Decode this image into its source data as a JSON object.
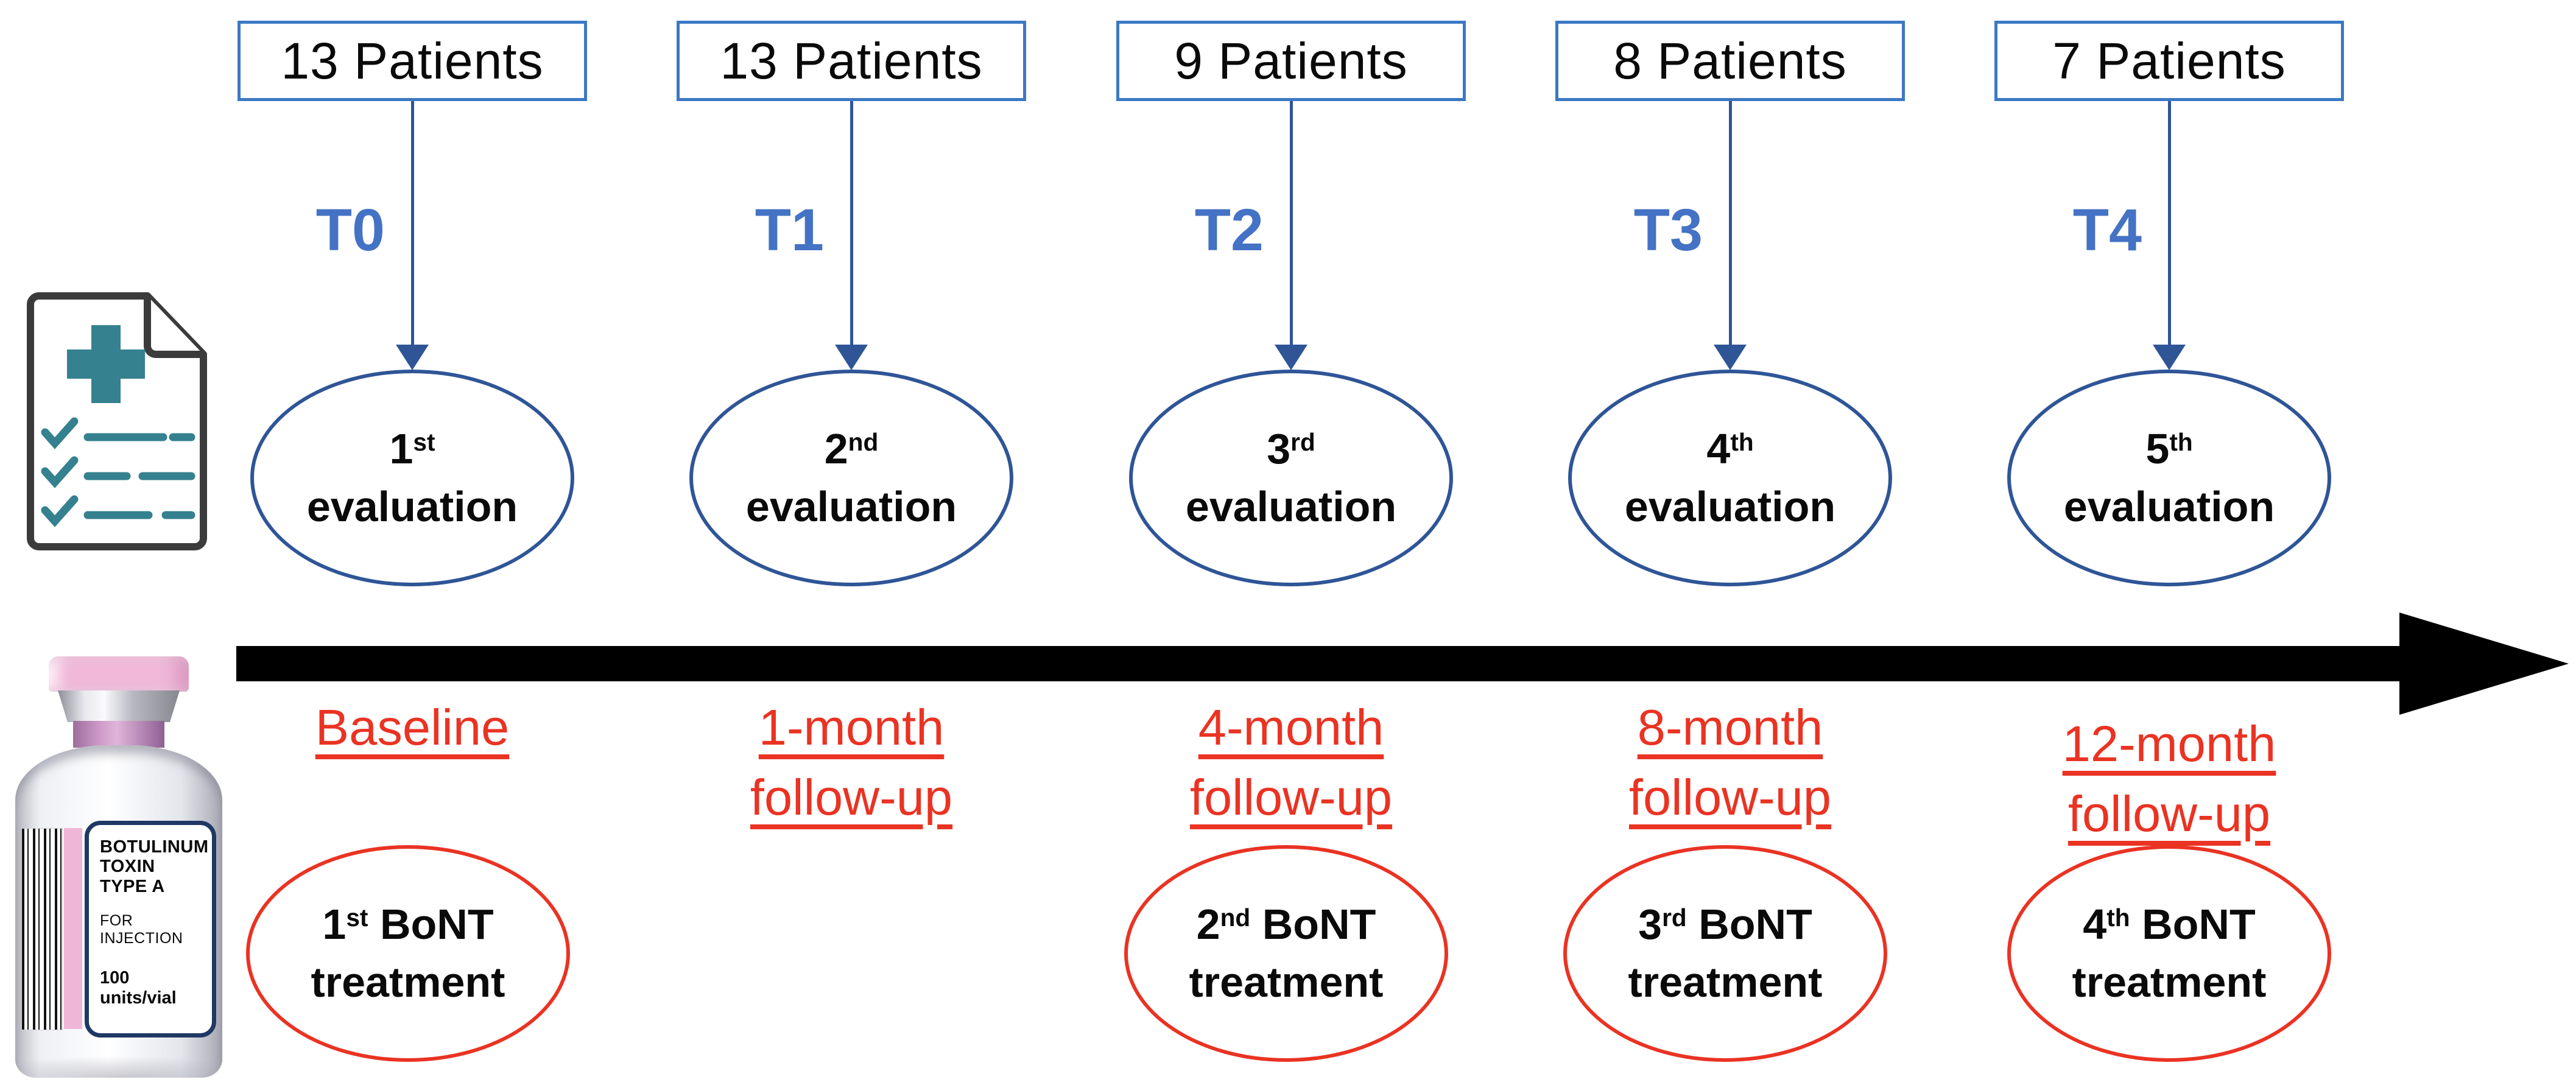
{
  "colors": {
    "box_border": "#3C79C4",
    "time_label": "#4472C4",
    "connector_blue": "#2F5597",
    "evaluation_ellipse": "#2F5597",
    "treatment_red": "#EA3323",
    "timeline_arrow": "#000000",
    "doc_teal": "#35818F",
    "vial_pink": "#F2B9DA",
    "label_navy": "#1F3864"
  },
  "columns": [
    {
      "patients": "13 Patients",
      "time_label": "T0",
      "evaluation": {
        "ord": "1",
        "sup": "st",
        "word": "evaluation"
      },
      "followup_lines": [
        "Baseline"
      ]
    },
    {
      "patients": "13 Patients",
      "time_label": "T1",
      "evaluation": {
        "ord": "2",
        "sup": "nd",
        "word": "evaluation"
      },
      "followup_lines": [
        "1-month",
        "follow-up"
      ]
    },
    {
      "patients": "9 Patients",
      "time_label": "T2",
      "evaluation": {
        "ord": "3",
        "sup": "rd",
        "word": "evaluation"
      },
      "followup_lines": [
        "4-month",
        "follow-up"
      ]
    },
    {
      "patients": "8 Patients",
      "time_label": "T3",
      "evaluation": {
        "ord": "4",
        "sup": "th",
        "word": "evaluation"
      },
      "followup_lines": [
        "8-month",
        "follow-up"
      ]
    },
    {
      "patients": "7 Patients",
      "time_label": "T4",
      "evaluation": {
        "ord": "5",
        "sup": "th",
        "word": "evaluation"
      },
      "followup_lines": [
        "12-month",
        "follow-up"
      ]
    }
  ],
  "treatments": [
    {
      "ord": "1",
      "sup": "st",
      "agent": "BoNT",
      "line2": "treatment"
    },
    {
      "ord": "2",
      "sup": "nd",
      "agent": "BoNT",
      "line2": "treatment"
    },
    {
      "ord": "3",
      "sup": "rd",
      "agent": "BoNT",
      "line2": "treatment"
    },
    {
      "ord": "4",
      "sup": "th",
      "agent": "BoNT",
      "line2": "treatment"
    }
  ],
  "vial": {
    "label_lines": [
      "BOTULINUM",
      "TOXIN",
      "TYPE A"
    ],
    "for_injection": "FOR INJECTION",
    "units": "100 units/vial"
  }
}
